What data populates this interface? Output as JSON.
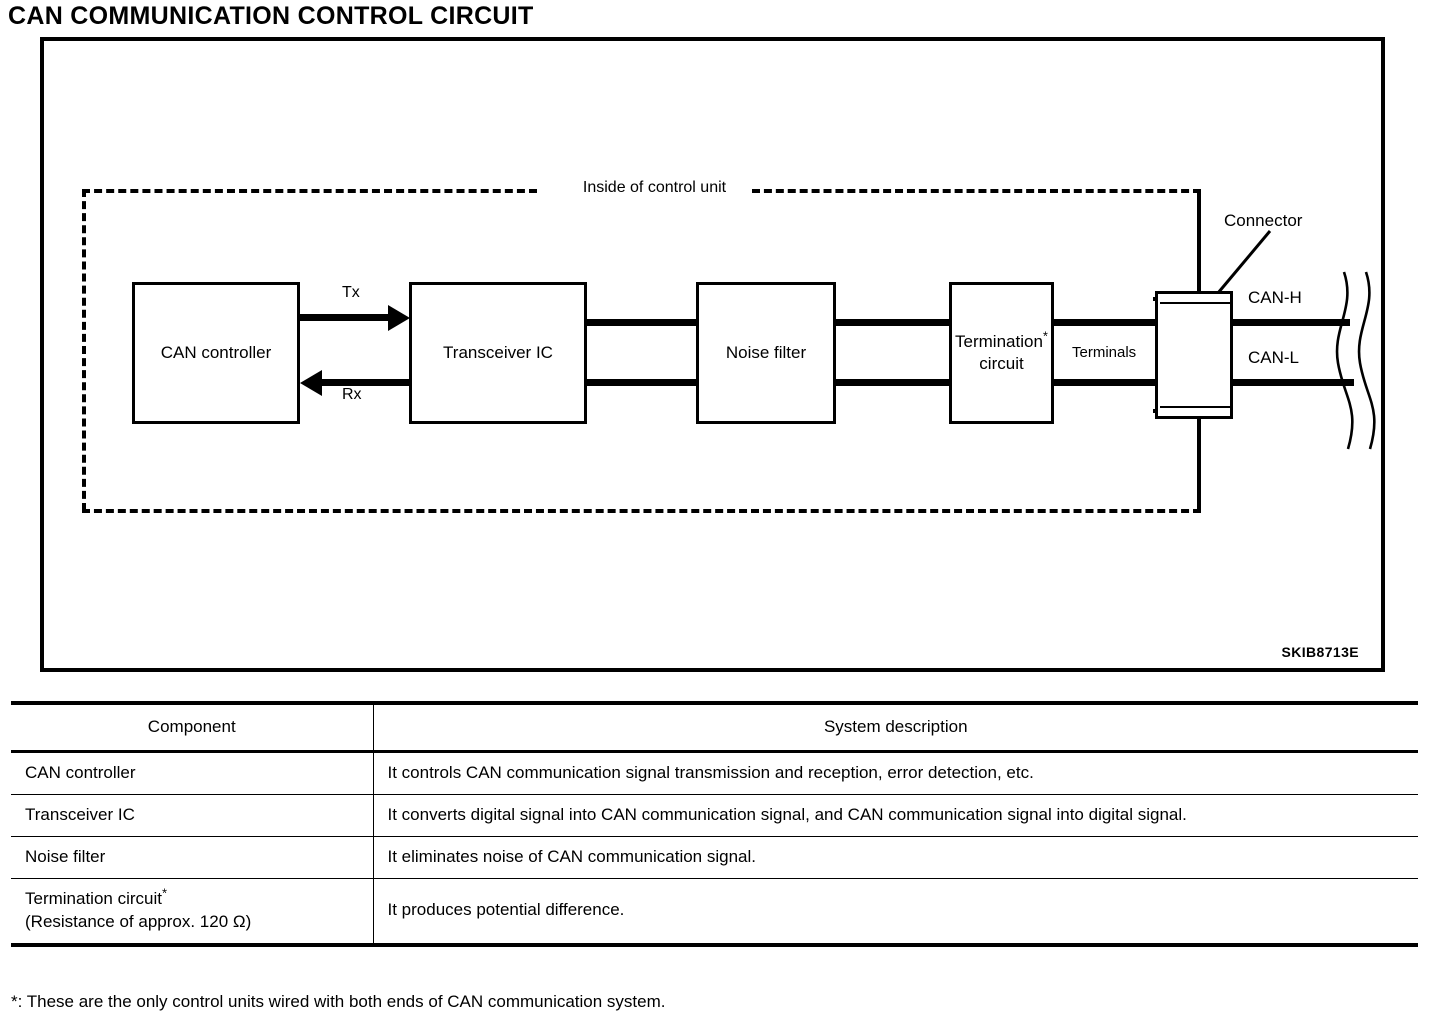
{
  "page": {
    "title": "CAN COMMUNICATION CONTROL CIRCUIT"
  },
  "figure": {
    "id_code": "SKIB8713E",
    "boundary_label": "Inside of control unit",
    "connector_label": "Connector",
    "terminals_label": "Terminals",
    "blocks": [
      {
        "id": "can-controller",
        "label": "CAN controller"
      },
      {
        "id": "transceiver-ic",
        "label": "Transceiver IC"
      },
      {
        "id": "noise-filter",
        "label": "Noise filter"
      },
      {
        "id": "termination-circuit",
        "label_line1": "Termination",
        "label_line2": "circuit",
        "footnote_marker": "*"
      }
    ],
    "signals": [
      {
        "id": "tx",
        "label": "Tx",
        "direction": "right"
      },
      {
        "id": "rx",
        "label": "Rx",
        "direction": "left"
      }
    ],
    "wires": [
      {
        "id": "can-h",
        "label": "CAN-H"
      },
      {
        "id": "can-l",
        "label": "CAN-L"
      }
    ]
  },
  "table": {
    "headers": {
      "component": "Component",
      "description": "System description"
    },
    "rows": [
      {
        "component": "CAN controller",
        "component_note": "",
        "component_sub": "",
        "description": "It controls CAN communication signal transmission and reception, error detection, etc."
      },
      {
        "component": "Transceiver IC",
        "component_note": "",
        "component_sub": "",
        "description": "It converts digital signal into CAN communication signal, and CAN communication signal into digital signal."
      },
      {
        "component": "Noise filter",
        "component_note": "",
        "component_sub": "",
        "description": "It eliminates noise of CAN communication signal."
      },
      {
        "component": "Termination circuit",
        "component_note": "*",
        "component_sub": "(Resistance of approx. 120 Ω)",
        "description": "It produces potential difference."
      }
    ]
  },
  "footnote": {
    "text": "*: These are the only control units wired with both ends of CAN communication system."
  }
}
